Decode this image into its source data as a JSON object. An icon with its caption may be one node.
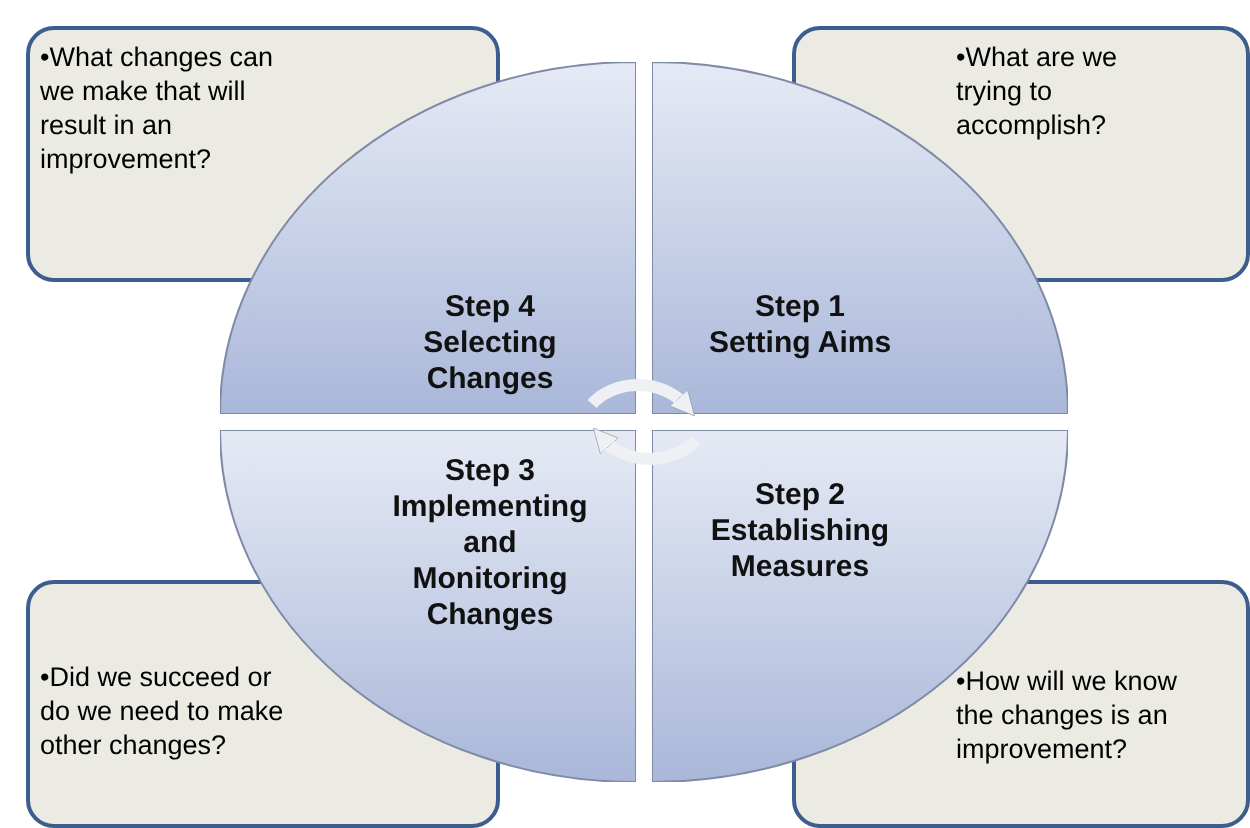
{
  "diagram": {
    "nodes": [
      {
        "text": [
          "•What changes can we make that will result in an improvement?"
        ]
      },
      {
        "text": [
          "•What are we trying to accomplish?"
        ]
      },
      {
        "text": [
          "Step 4",
          "Selecting Changes"
        ]
      },
      {
        "text": [
          "Step 1",
          "Setting Aims"
        ]
      },
      {
        "text": [
          "Step 3",
          "Implementing and Monitoring Changes"
        ]
      },
      {
        "text": [
          "Step 2",
          "Establishing Measures"
        ]
      },
      {
        "text": [
          "•Did we succeed or do we need to make other changes?"
        ]
      },
      {
        "text": [
          "•How will we know the changes is an improvement?"
        ]
      }
    ],
    "edges": [
      {
        "from": 2,
        "to": 3,
        "arrow": "to"
      },
      {
        "from": 5,
        "to": 4,
        "arrow": "to"
      }
    ]
  }
}
